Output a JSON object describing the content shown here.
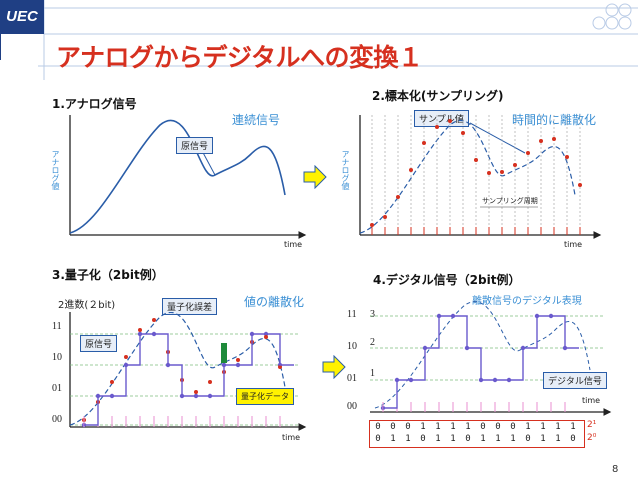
{
  "logo": "UEC",
  "title": "アナログからデジタルへの変換１",
  "page_number": "8",
  "panel1": {
    "heading": "1.アナログ信号",
    "blue_label": "連続信号",
    "callout": "原信号",
    "y_label": "アナログ値",
    "x_label": "time"
  },
  "panel2": {
    "heading": "2.標本化(サンプリング)",
    "blue_label": "時間的に離散化",
    "callout": "サンプル値",
    "y_label": "アナログ値",
    "x_label": "time",
    "period_label": "サンプリング周期"
  },
  "panel3": {
    "heading": "3.量子化（2bit例）",
    "blue_label": "値の離散化",
    "callout_error": "量子化誤差",
    "callout_original": "原信号",
    "callout_data": "量子化データ",
    "y_title": "2進数(２bit)",
    "y_ticks": [
      "11",
      "10",
      "01",
      "00"
    ],
    "x_label": "time"
  },
  "panel4": {
    "heading": "4.デジタル信号（2bit例）",
    "blue_label": "離散信号のデジタル表現",
    "callout": "デジタル信号",
    "y_ticks": [
      "11",
      "10",
      "01",
      "00"
    ],
    "levels": [
      "3",
      "2",
      "1"
    ],
    "x_label": "time",
    "bits_high": [
      "0",
      "0",
      "0",
      "1",
      "1",
      "1",
      "1",
      "0",
      "0",
      "0",
      "1",
      "1",
      "1",
      "1"
    ],
    "bits_low": [
      "0",
      "1",
      "1",
      "0",
      "1",
      "1",
      "0",
      "1",
      "1",
      "1",
      "0",
      "1",
      "1",
      "0"
    ],
    "pow_high": "2¹",
    "pow_low": "2⁰"
  },
  "colors": {
    "title": "#d6301f",
    "accent_blue": "#3a8fd4",
    "sample_red": "#d6301f",
    "quant_purple": "#6a5acd",
    "arrow_yellow": "#fff200"
  }
}
